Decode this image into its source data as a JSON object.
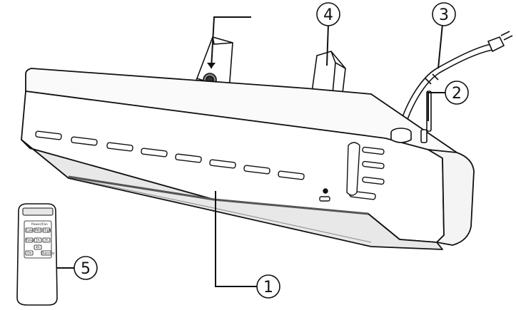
{
  "callouts": [
    {
      "id": "1",
      "label": "1"
    },
    {
      "id": "2",
      "label": "2"
    },
    {
      "id": "3",
      "label": "3"
    },
    {
      "id": "4",
      "label": "4"
    },
    {
      "id": "5",
      "label": "5"
    }
  ],
  "remote": {
    "group_label": "Power/Fan",
    "buttons": [
      "Low",
      "Mid",
      "High",
      "Timer",
      "1h",
      "2h",
      "4h",
      "On",
      "Standby"
    ]
  }
}
